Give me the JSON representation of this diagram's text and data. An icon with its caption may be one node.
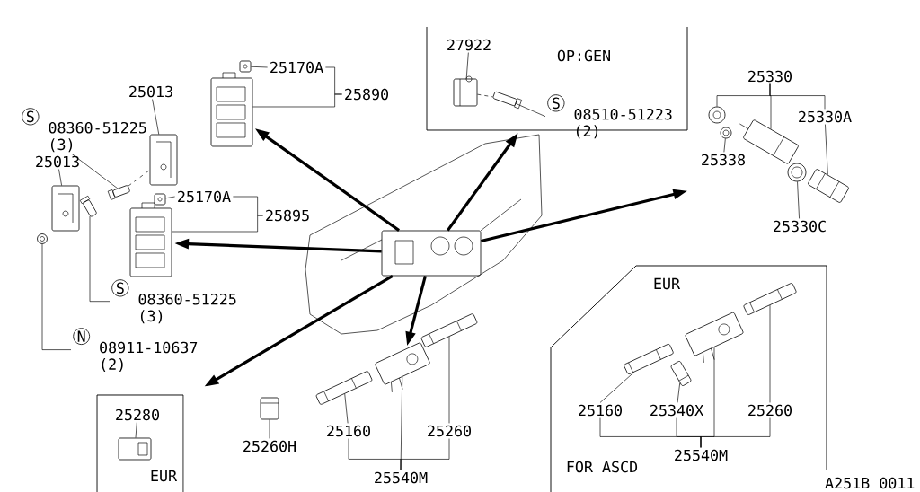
{
  "diagram": {
    "nodes": [
      {
        "text": [
          "25170A"
        ]
      },
      {
        "text": [
          "25890"
        ]
      },
      {
        "text": [],
        "shape": "picture"
      },
      {
        "text": [],
        "shape": "picture"
      },
      {
        "text": [
          "25013"
        ]
      },
      {
        "text": [],
        "shape": "picture"
      },
      {
        "text": [
          "S",
          "08360-51225 (3)"
        ]
      },
      {
        "text": [],
        "shape": "picture"
      },
      {
        "text": [
          "25013"
        ]
      },
      {
        "text": [],
        "shape": "picture"
      },
      {
        "text": [],
        "shape": "picture"
      },
      {
        "text": [],
        "shape": "picture"
      },
      {
        "text": [
          "25170A"
        ]
      },
      {
        "text": [],
        "shape": "picture"
      },
      {
        "text": [
          "25895"
        ]
      },
      {
        "text": [],
        "shape": "picture"
      },
      {
        "text": [
          "S",
          "08360-51225 (3)"
        ]
      },
      {
        "text": [
          "N",
          "08911-10637 (2)"
        ]
      },
      {
        "text": [
          "OP:GEN"
        ]
      },
      {
        "text": [
          "27922"
        ],
        "in": 18
      },
      {
        "text": [],
        "shape": "picture",
        "in": 18
      },
      {
        "text": [],
        "shape": "picture",
        "in": 18
      },
      {
        "text": [
          "S",
          "08510-51223 (2)"
        ],
        "in": 18
      },
      {
        "text": [],
        "shape": "picture"
      },
      {
        "text": [
          "25330"
        ]
      },
      {
        "text": [],
        "shape": "picture"
      },
      {
        "text": [],
        "shape": "picture"
      },
      {
        "text": [],
        "shape": "picture"
      },
      {
        "text": [
          "25330A"
        ]
      },
      {
        "text": [],
        "shape": "picture"
      },
      {
        "text": [],
        "shape": "picture"
      },
      {
        "text": [
          "25338"
        ]
      },
      {
        "text": [
          "25330C"
        ]
      },
      {
        "text": [
          "EUR"
        ]
      },
      {
        "text": [
          "25280"
        ],
        "in": 33
      },
      {
        "text": [],
        "shape": "picture",
        "in": 33
      },
      {
        "text": [],
        "shape": "picture"
      },
      {
        "text": [
          "25260H"
        ]
      },
      {
        "text": [],
        "shape": "picture"
      },
      {
        "text": [],
        "shape": "picture"
      },
      {
        "text": [],
        "shape": "picture"
      },
      {
        "text": [
          "25160"
        ]
      },
      {
        "text": [
          "25260"
        ]
      },
      {
        "text": [
          "25540M"
        ]
      },
      {
        "text": [
          "EUR",
          "FOR ASCD"
        ]
      },
      {
        "text": [],
        "shape": "picture",
        "in": 44
      },
      {
        "text": [],
        "shape": "picture",
        "in": 44
      },
      {
        "text": [],
        "shape": "picture",
        "in": 44
      },
      {
        "text": [],
        "shape": "picture",
        "in": 44
      },
      {
        "text": [
          "25160"
        ],
        "in": 44
      },
      {
        "text": [
          "25340X"
        ],
        "in": 44
      },
      {
        "text": [
          "25260"
        ],
        "in": 44
      },
      {
        "text": [
          "25540M"
        ],
        "in": 44
      }
    ],
    "edges": [
      {
        "from": 0,
        "to": 3,
        "arrow": "none"
      },
      {
        "from": 1,
        "to": 0,
        "arrow": "none"
      },
      {
        "from": 1,
        "to": 2,
        "arrow": "none"
      },
      {
        "from": 4,
        "to": 5,
        "arrow": "none"
      },
      {
        "from": 6,
        "to": 7,
        "arrow": "none"
      },
      {
        "from": 8,
        "to": 9,
        "arrow": "none"
      },
      {
        "from": 12,
        "to": 13,
        "arrow": "none"
      },
      {
        "from": 14,
        "to": 12,
        "arrow": "none"
      },
      {
        "from": 14,
        "to": 15,
        "arrow": "none"
      },
      {
        "from": 16,
        "to": 10,
        "arrow": "none"
      },
      {
        "from": 17,
        "to": 11,
        "arrow": "none"
      },
      {
        "from": 19,
        "to": 20,
        "arrow": "none"
      },
      {
        "from": 22,
        "to": 21,
        "arrow": "none"
      },
      {
        "from": 24,
        "to": 25,
        "arrow": "none"
      },
      {
        "from": 24,
        "to": 27,
        "arrow": "none"
      },
      {
        "from": 24,
        "to": 28,
        "arrow": "none"
      },
      {
        "from": 28,
        "to": 30,
        "arrow": "none"
      },
      {
        "from": 31,
        "to": 26,
        "arrow": "none"
      },
      {
        "from": 32,
        "to": 29,
        "arrow": "none"
      },
      {
        "from": 34,
        "to": 35,
        "arrow": "none"
      },
      {
        "from": 37,
        "to": 36,
        "arrow": "none"
      },
      {
        "from": 41,
        "to": 39,
        "arrow": "none"
      },
      {
        "from": 42,
        "to": 40,
        "arrow": "none"
      },
      {
        "from": 43,
        "to": 41,
        "arrow": "none"
      },
      {
        "from": 43,
        "to": 42,
        "arrow": "none"
      },
      {
        "from": 43,
        "to": 38,
        "arrow": "none"
      },
      {
        "from": 49,
        "to": 46,
        "arrow": "none"
      },
      {
        "from": 50,
        "to": 47,
        "arrow": "none"
      },
      {
        "from": 51,
        "to": 48,
        "arrow": "none"
      },
      {
        "from": 52,
        "to": 49,
        "arrow": "none"
      },
      {
        "from": 52,
        "to": 50,
        "arrow": "none"
      },
      {
        "from": 52,
        "to": 51,
        "arrow": "none"
      },
      {
        "from": 52,
        "to": 45,
        "arrow": "none"
      },
      {
        "from": 7,
        "to": 5,
        "arrow": "none",
        "style": "dashed"
      },
      {
        "from": 20,
        "to": 21,
        "arrow": "none",
        "style": "dashed"
      },
      {
        "from": 23,
        "to": 2,
        "arrow": "to",
        "style": "thick"
      },
      {
        "from": 23,
        "to": 15,
        "arrow": "to",
        "style": "thick"
      },
      {
        "from": 23,
        "to": null,
        "arrow": "to",
        "style": "thick"
      },
      {
        "from": 23,
        "to": 38,
        "arrow": "to",
        "style": "thick"
      },
      {
        "from": 23,
        "to": 18,
        "arrow": "to",
        "style": "thick"
      },
      {
        "from": 23,
        "to": null,
        "arrow": "to",
        "style": "thick"
      }
    ],
    "labels": [
      "A251B 0011"
    ]
  }
}
